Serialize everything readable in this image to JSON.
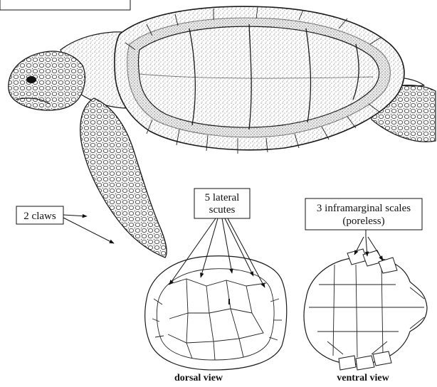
{
  "labels": {
    "claws": "2 claws",
    "lateral_line1": "5 lateral",
    "lateral_line2": "scutes",
    "inframarginal_line1": "3 inframarginal scales",
    "inframarginal_line2": "(poreless)"
  },
  "captions": {
    "dorsal": "dorsal view",
    "ventral": "ventral view"
  }
}
